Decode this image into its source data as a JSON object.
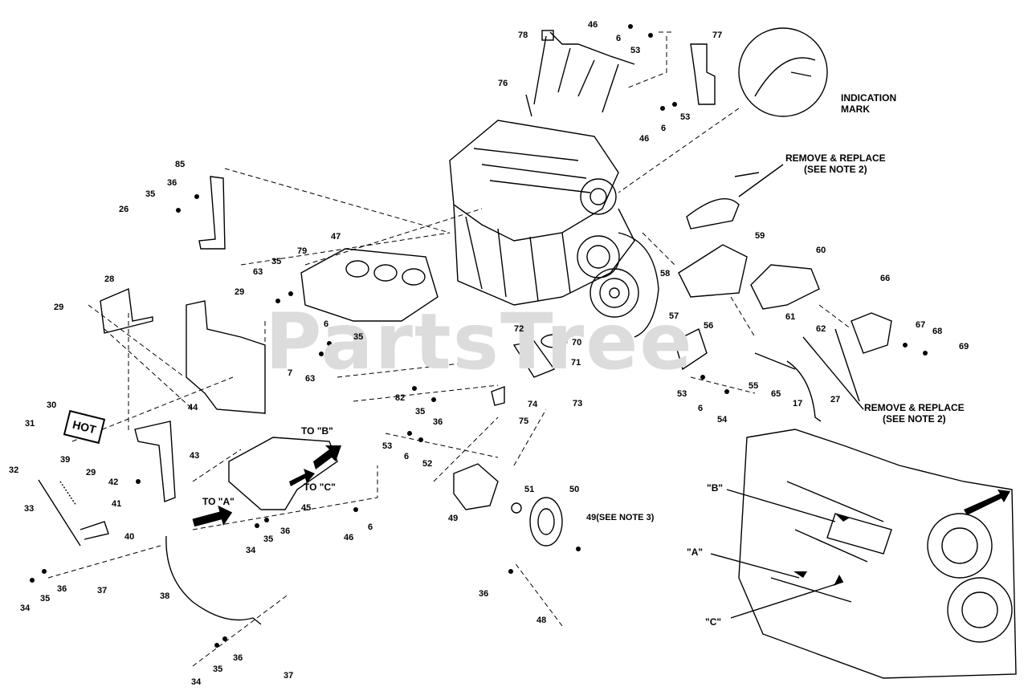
{
  "watermark": "PartsTree",
  "notes": {
    "indication_mark": "INDICATION\nMARK",
    "remove_replace_top": "REMOVE & REPLACE\n(SEE NOTE 2)",
    "remove_replace_right": "REMOVE & REPLACE\n(SEE NOTE 2)",
    "to_a": "TO \"A\"",
    "to_b": "TO \"B\"",
    "to_c": "TO \"C\"",
    "ref_a": "\"A\"",
    "ref_b": "\"B\"",
    "ref_c": "\"C\"",
    "see_note_3": "49(SEE NOTE 3)"
  },
  "hot_plate": "HOT",
  "callouts": [
    "46",
    "6",
    "53",
    "78",
    "77",
    "76",
    "46",
    "6",
    "53",
    "85",
    "36",
    "35",
    "26",
    "47",
    "79",
    "63",
    "35",
    "28",
    "29",
    "29",
    "6",
    "35",
    "7",
    "63",
    "44",
    "58",
    "59",
    "60",
    "66",
    "57",
    "56",
    "72",
    "70",
    "71",
    "73",
    "74",
    "75",
    "82",
    "35",
    "36",
    "53",
    "6",
    "52",
    "55",
    "53",
    "6",
    "54",
    "61",
    "62",
    "65",
    "17",
    "27",
    "67",
    "68",
    "69",
    "30",
    "31",
    "32",
    "39",
    "29",
    "43",
    "42",
    "41",
    "40",
    "33",
    "37",
    "34",
    "35",
    "36",
    "45",
    "36",
    "35",
    "34",
    "46",
    "6",
    "49",
    "51",
    "50",
    "36",
    "48",
    "38",
    "34",
    "35",
    "36",
    "37"
  ]
}
